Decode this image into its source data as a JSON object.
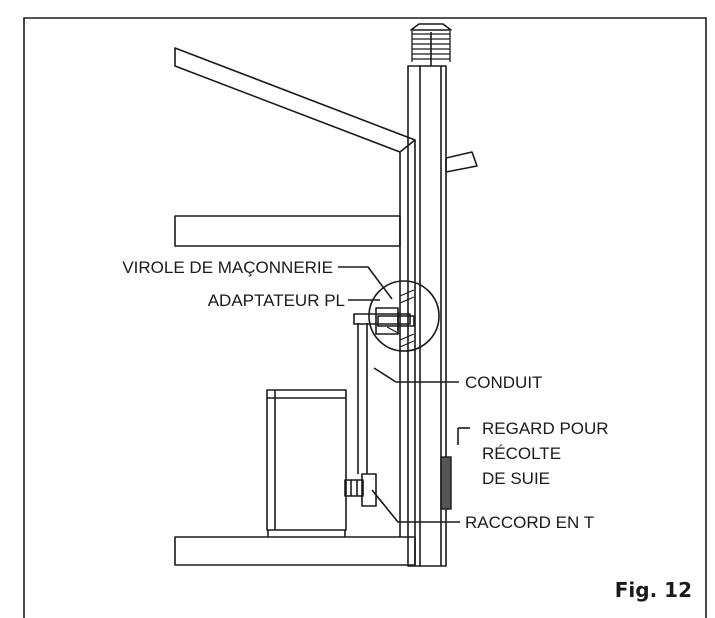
{
  "figure": {
    "label": "Fig. 12"
  },
  "callouts": {
    "masonry_ring": "VIROLE DE MAÇONNERIE",
    "pl_adapter": "ADAPTATEUR PL",
    "conduit": "CONDUIT",
    "cleanout_line1": "REGARD POUR",
    "cleanout_line2": "RÉCOLTE",
    "cleanout_line3": "DE SUIE",
    "tee": "RACCORD EN T"
  }
}
